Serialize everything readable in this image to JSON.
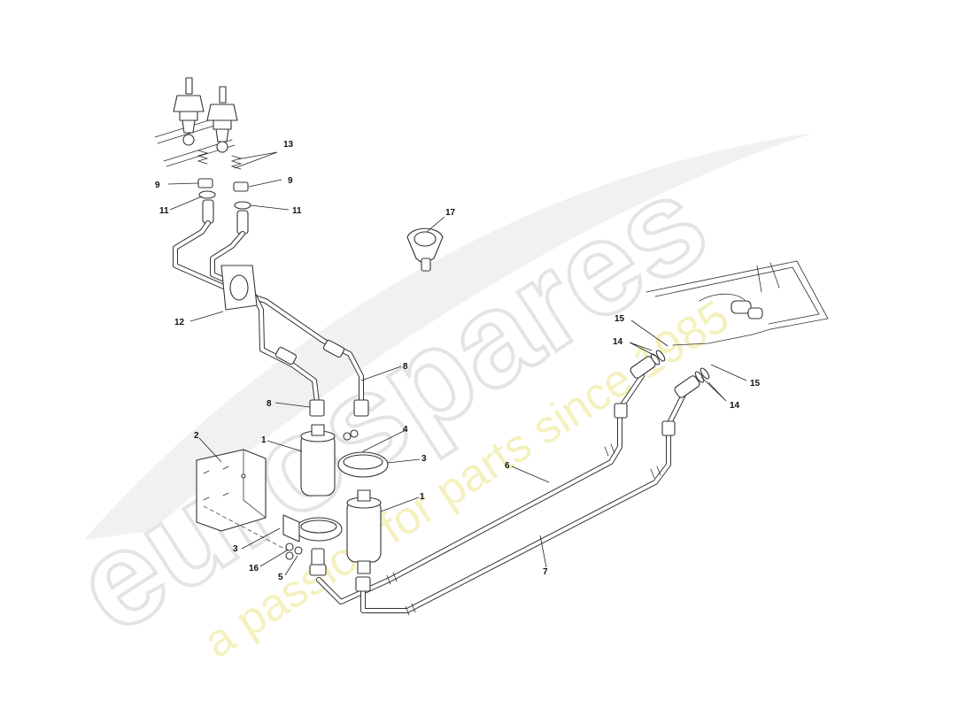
{
  "watermark": {
    "logo": "eurospares",
    "tagline": "a passion for parts since 1985"
  },
  "callouts": [
    {
      "id": "c-13",
      "text": "13"
    },
    {
      "id": "c-9-l",
      "text": "9"
    },
    {
      "id": "c-9-r",
      "text": "9"
    },
    {
      "id": "c-11-l",
      "text": "11"
    },
    {
      "id": "c-11-r",
      "text": "11"
    },
    {
      "id": "c-17",
      "text": "17"
    },
    {
      "id": "c-12",
      "text": "12"
    },
    {
      "id": "c-15-t",
      "text": "15"
    },
    {
      "id": "c-14-t",
      "text": "14"
    },
    {
      "id": "c-8-r",
      "text": "8"
    },
    {
      "id": "c-15-b",
      "text": "15"
    },
    {
      "id": "c-8-l",
      "text": "8"
    },
    {
      "id": "c-14-b",
      "text": "14"
    },
    {
      "id": "c-2",
      "text": "2"
    },
    {
      "id": "c-4",
      "text": "4"
    },
    {
      "id": "c-1-t",
      "text": "1"
    },
    {
      "id": "c-3-r",
      "text": "3"
    },
    {
      "id": "c-6",
      "text": "6"
    },
    {
      "id": "c-1-b",
      "text": "1"
    },
    {
      "id": "c-3-l",
      "text": "3"
    },
    {
      "id": "c-7",
      "text": "7"
    },
    {
      "id": "c-16",
      "text": "16"
    },
    {
      "id": "c-5",
      "text": "5"
    }
  ]
}
